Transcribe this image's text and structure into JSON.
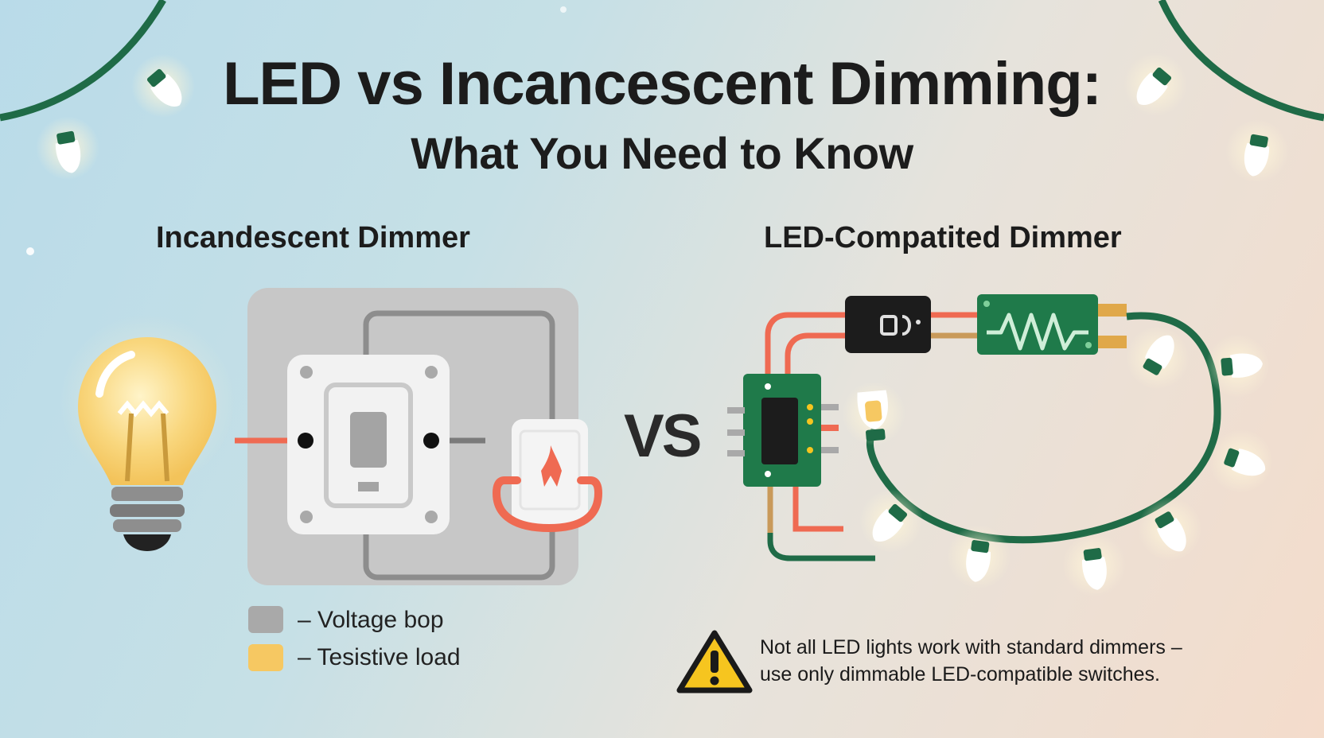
{
  "title": "LED vs Incancescent Dimming:",
  "subtitle": "What You Need to Know",
  "left_panel": {
    "heading": "Incandescent Dimmer",
    "legend": [
      {
        "label": "– Voltage bop",
        "color": "#a9a9a9"
      },
      {
        "label": "– Tesistive load",
        "color": "#f6c862"
      }
    ]
  },
  "vs_label": "VS",
  "right_panel": {
    "heading": "LED-Compatited Dimmer",
    "warning_line1": "Not all LED lights work with standard dimmers –",
    "warning_line2": "use only dimmable LED-compatible switches."
  },
  "colors": {
    "wire_green": "#1f6b47",
    "wire_red": "#ef6a52",
    "bulb_glow": "#f9d77e",
    "warning_yellow": "#f6c51f",
    "pcb_green": "#1f7a4a"
  },
  "icons": [
    "light-bulb-icon",
    "dimmer-switch-icon",
    "plug-icon",
    "microchip-icon",
    "resistor-icon",
    "warning-icon",
    "string-lights-icon"
  ]
}
